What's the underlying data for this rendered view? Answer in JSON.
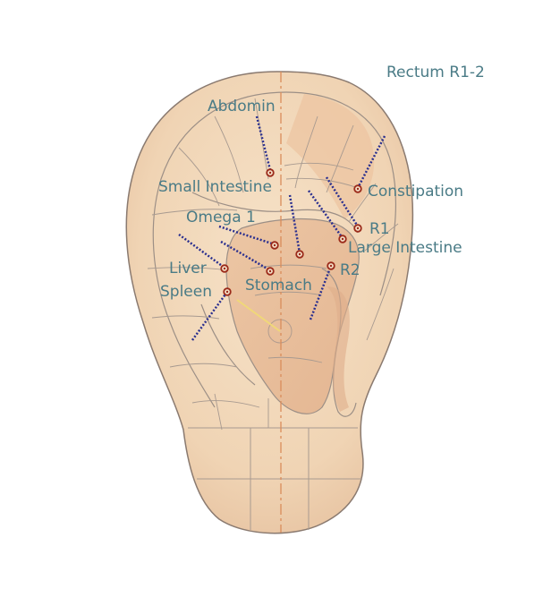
{
  "labels": {
    "title": "Rectum R1-2",
    "abdomin": "Abdomin",
    "small_intestine": "Small Intestine",
    "omega1": "Omega 1",
    "liver": "Liver",
    "spleen": "Spleen",
    "stomach": "Stomach",
    "constipation": "Constipation",
    "r1": "R1",
    "large_intestine": "Large Intestine",
    "r2": "R2"
  },
  "colors": {
    "label_text": "#4a7b86",
    "skin": "#f3d9bc",
    "skin_shadow": "#e2b999",
    "outline": "#8a7a70",
    "zone_lines": "#9c8f86",
    "needle": "#2a2f8f",
    "point_ring": "#9b2a1a",
    "midline": "#d98c5a"
  }
}
